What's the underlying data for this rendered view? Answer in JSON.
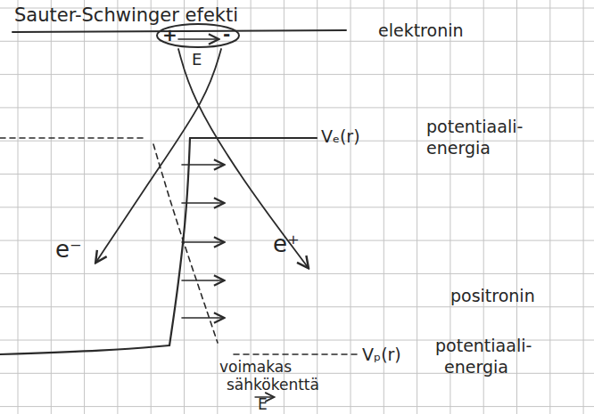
{
  "diagram": {
    "title": "Sauter-Schwinger efekti",
    "nodes": [
      {
        "text": [
          "+",
          "-"
        ]
      }
    ],
    "labels": [
      "E",
      "elektronin",
      "Vₑ(r)",
      "potentiaali-",
      "energia",
      "e⁻",
      "e⁺",
      "positronin",
      "Vₚ(r)",
      "potentiaali-",
      "energia",
      "voimakas",
      "sähkökenttä",
      "E"
    ]
  }
}
